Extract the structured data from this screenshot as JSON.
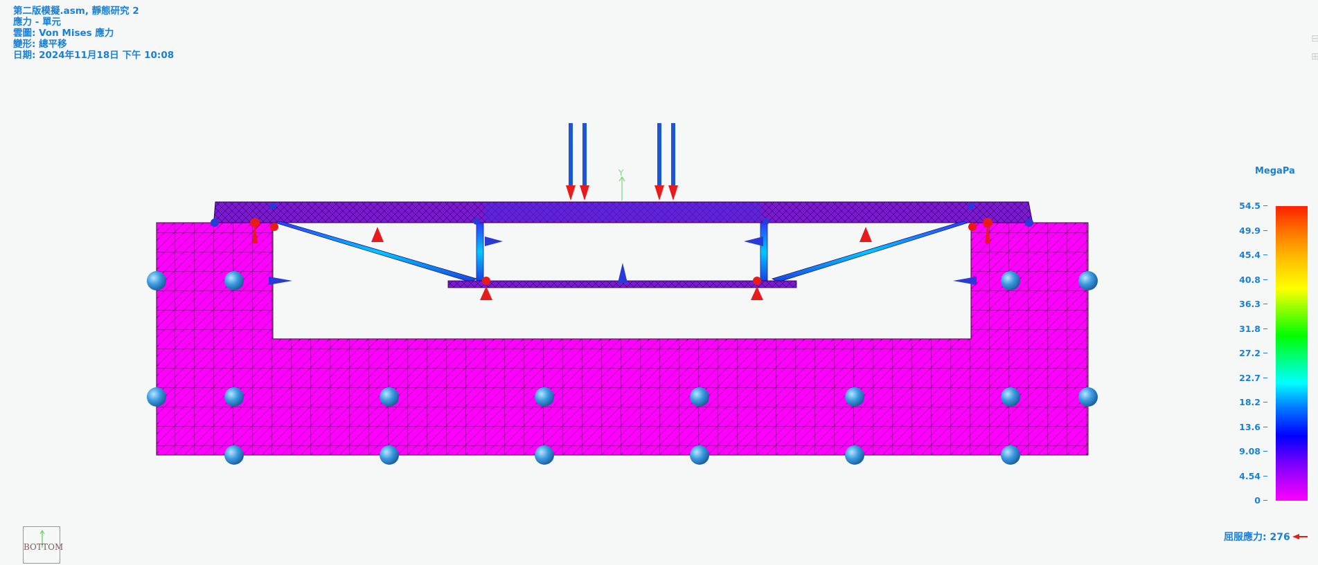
{
  "header": {
    "title": "第二版模擬.asm, 靜態研究 2",
    "stress": "應力 - 單元",
    "plot": "雲圖: Von Mises 應力",
    "deformation": "變形: 總平移",
    "date": "日期: 2024年11月18日  下午 10:08"
  },
  "legend": {
    "unit": "MegaPa",
    "ticks": [
      "54.5",
      "49.9",
      "45.4",
      "40.8",
      "36.3",
      "31.8",
      "27.2",
      "22.7",
      "18.2",
      "13.6",
      "9.08",
      "4.54",
      "0"
    ],
    "min": 0,
    "max": 54.5
  },
  "yield": {
    "label": "屈服應力: 276"
  },
  "triad": {
    "label": "BOTTOM",
    "axis": "Y"
  },
  "colors": {
    "text": "#1a7fd6",
    "body": "#ff00ff",
    "frame": "#6a1ad9",
    "load_arrow": "#1a56d6",
    "constraint": "#e81a1a",
    "sphere": "#3a9ae0"
  }
}
